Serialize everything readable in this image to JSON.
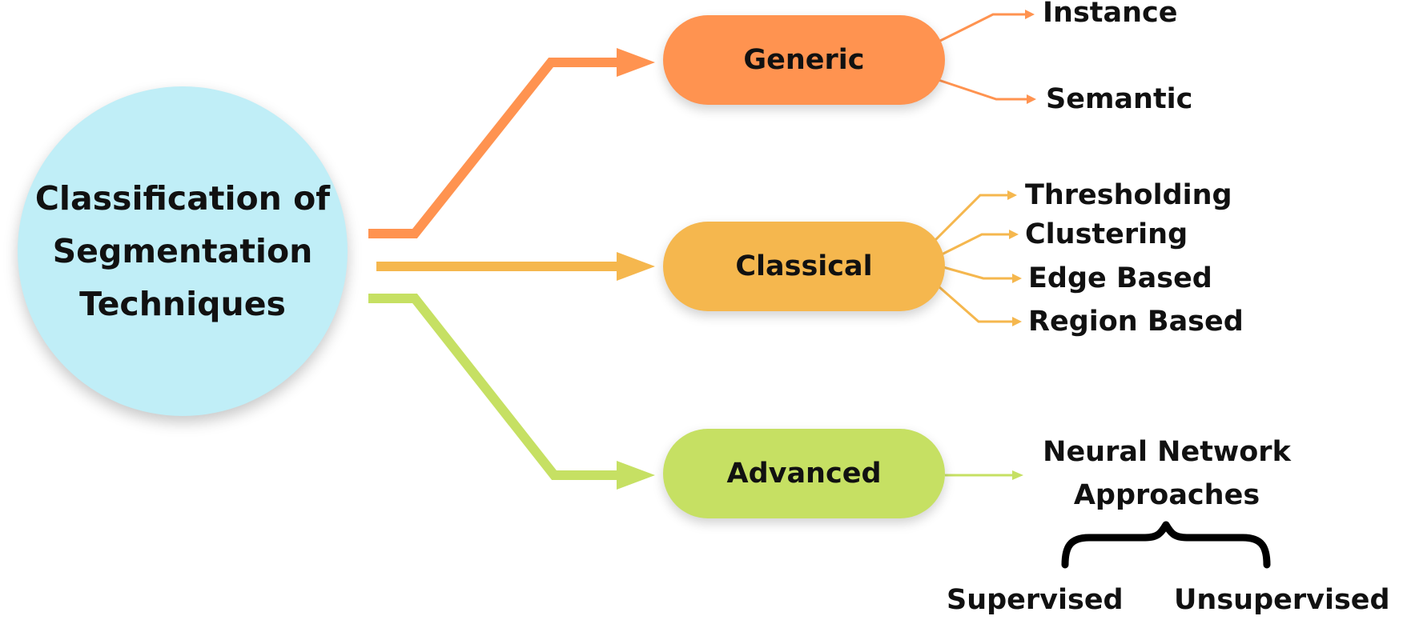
{
  "root": {
    "title_lines": [
      "Classification of",
      "Segmentation",
      "Techniques"
    ]
  },
  "categories": [
    {
      "label": "Generic",
      "color": "#ff9350",
      "children": [
        "Instance",
        "Semantic"
      ]
    },
    {
      "label": "Classical",
      "color": "#f5b74e",
      "children": [
        "Thresholding",
        "Clustering",
        "Edge Based",
        "Region Based"
      ]
    },
    {
      "label": "Advanced",
      "color": "#c6e063",
      "children": [
        "Neural Network Approaches"
      ]
    }
  ],
  "advanced_detail": {
    "lines": [
      "Neural Network",
      "Approaches"
    ],
    "sub_types": [
      "Supervised",
      "Unsupervised"
    ]
  },
  "colors": {
    "root_fill": "#c0eef7",
    "text": "#111111",
    "brace": "#000000"
  }
}
